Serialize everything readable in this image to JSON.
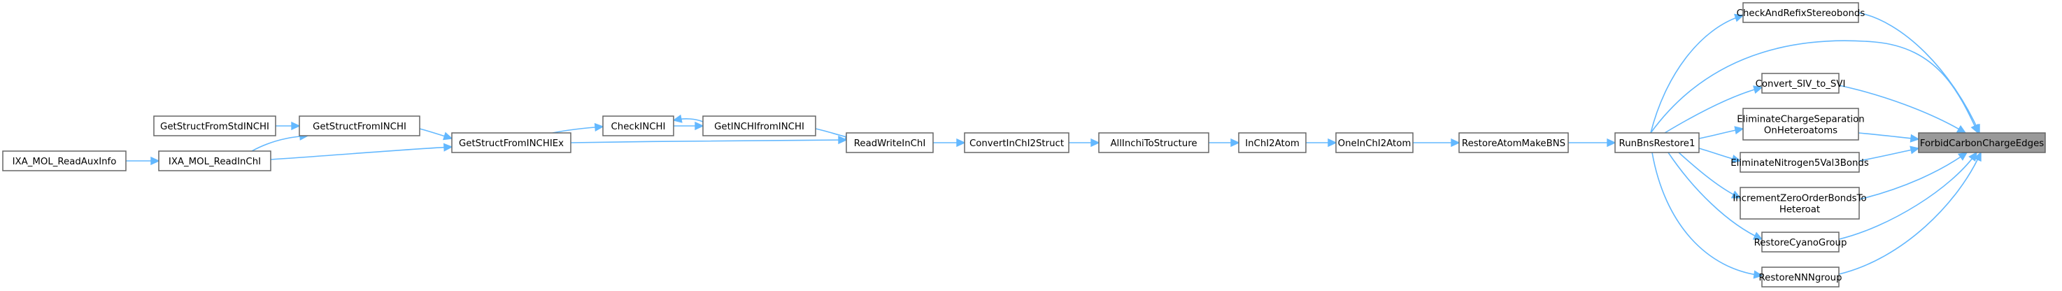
{
  "graph": {
    "focus_node": "ForbidCarbonChargeEdges",
    "nodes": [
      {
        "id": "ForbidCarbonChargeEdges",
        "lines": [
          "ForbidCarbonChargeEdges"
        ]
      },
      {
        "id": "CheckAndRefixStereobonds",
        "lines": [
          "CheckAndRefixStereobonds"
        ]
      },
      {
        "id": "RunBnsRestore1",
        "lines": [
          "RunBnsRestore1"
        ]
      },
      {
        "id": "Convert_SIV_to_SVI",
        "lines": [
          "Convert_SIV_to_SVI"
        ]
      },
      {
        "id": "EliminateChargeSeparationOnHeteroatoms",
        "lines": [
          "EliminateChargeSeparation",
          "OnHeteroatoms"
        ]
      },
      {
        "id": "EliminateNitrogen5Val3Bonds",
        "lines": [
          "EliminateNitrogen5Val3Bonds"
        ]
      },
      {
        "id": "IncrementZeroOrderBondsToHeteroat",
        "lines": [
          "IncrementZeroOrderBondsTo",
          "Heteroat"
        ]
      },
      {
        "id": "RestoreCyanoGroup",
        "lines": [
          "RestoreCyanoGroup"
        ]
      },
      {
        "id": "RestoreNNNgroup",
        "lines": [
          "RestoreNNNgroup"
        ]
      },
      {
        "id": "RestoreAtomMakeBNS",
        "lines": [
          "RestoreAtomMakeBNS"
        ]
      },
      {
        "id": "OneInChI2Atom",
        "lines": [
          "OneInChI2Atom"
        ]
      },
      {
        "id": "InChI2Atom",
        "lines": [
          "InChI2Atom"
        ]
      },
      {
        "id": "AllInchiToStructure",
        "lines": [
          "AllInchiToStructure"
        ]
      },
      {
        "id": "ConvertInChI2Struct",
        "lines": [
          "ConvertInChI2Struct"
        ]
      },
      {
        "id": "ReadWriteInChI",
        "lines": [
          "ReadWriteInChI"
        ]
      },
      {
        "id": "GetINCHIfromINCHI",
        "lines": [
          "GetINCHIfromINCHI"
        ]
      },
      {
        "id": "CheckINCHI",
        "lines": [
          "CheckINCHI"
        ]
      },
      {
        "id": "GetStructFromINCHIEx",
        "lines": [
          "GetStructFromINCHIEx"
        ]
      },
      {
        "id": "GetStructFromINCHI",
        "lines": [
          "GetStructFromINCHI"
        ]
      },
      {
        "id": "GetStructFromStdINCHI",
        "lines": [
          "GetStructFromStdINCHI"
        ]
      },
      {
        "id": "IXA_MOL_ReadInChI",
        "lines": [
          "IXA_MOL_ReadInChI"
        ]
      },
      {
        "id": "IXA_MOL_ReadAuxInfo",
        "lines": [
          "IXA_MOL_ReadAuxInfo"
        ]
      }
    ],
    "edges": [
      {
        "from": "CheckAndRefixStereobonds",
        "to": "ForbidCarbonChargeEdges"
      },
      {
        "from": "RunBnsRestore1",
        "to": "ForbidCarbonChargeEdges"
      },
      {
        "from": "Convert_SIV_to_SVI",
        "to": "ForbidCarbonChargeEdges"
      },
      {
        "from": "EliminateChargeSeparationOnHeteroatoms",
        "to": "ForbidCarbonChargeEdges"
      },
      {
        "from": "EliminateNitrogen5Val3Bonds",
        "to": "ForbidCarbonChargeEdges"
      },
      {
        "from": "IncrementZeroOrderBondsToHeteroat",
        "to": "ForbidCarbonChargeEdges"
      },
      {
        "from": "RestoreCyanoGroup",
        "to": "ForbidCarbonChargeEdges"
      },
      {
        "from": "RestoreNNNgroup",
        "to": "ForbidCarbonChargeEdges"
      },
      {
        "from": "RunBnsRestore1",
        "to": "CheckAndRefixStereobonds"
      },
      {
        "from": "RunBnsRestore1",
        "to": "Convert_SIV_to_SVI"
      },
      {
        "from": "RunBnsRestore1",
        "to": "EliminateChargeSeparationOnHeteroatoms"
      },
      {
        "from": "RunBnsRestore1",
        "to": "EliminateNitrogen5Val3Bonds"
      },
      {
        "from": "RunBnsRestore1",
        "to": "IncrementZeroOrderBondsToHeteroat"
      },
      {
        "from": "RunBnsRestore1",
        "to": "RestoreCyanoGroup"
      },
      {
        "from": "RunBnsRestore1",
        "to": "RestoreNNNgroup"
      },
      {
        "from": "RestoreAtomMakeBNS",
        "to": "RunBnsRestore1"
      },
      {
        "from": "OneInChI2Atom",
        "to": "RestoreAtomMakeBNS"
      },
      {
        "from": "InChI2Atom",
        "to": "OneInChI2Atom"
      },
      {
        "from": "AllInchiToStructure",
        "to": "InChI2Atom"
      },
      {
        "from": "ConvertInChI2Struct",
        "to": "AllInchiToStructure"
      },
      {
        "from": "ReadWriteInChI",
        "to": "ConvertInChI2Struct"
      },
      {
        "from": "GetINCHIfromINCHI",
        "to": "ReadWriteInChI"
      },
      {
        "from": "CheckINCHI",
        "to": "GetINCHIfromINCHI"
      },
      {
        "from": "GetINCHIfromINCHI",
        "to": "CheckINCHI"
      },
      {
        "from": "GetStructFromINCHIEx",
        "to": "ReadWriteInChI"
      },
      {
        "from": "GetStructFromINCHIEx",
        "to": "CheckINCHI"
      },
      {
        "from": "GetStructFromINCHI",
        "to": "GetStructFromINCHIEx"
      },
      {
        "from": "IXA_MOL_ReadInChI",
        "to": "GetStructFromINCHIEx"
      },
      {
        "from": "GetStructFromStdINCHI",
        "to": "GetStructFromINCHI"
      },
      {
        "from": "IXA_MOL_ReadInChI",
        "to": "GetStructFromINCHI"
      },
      {
        "from": "IXA_MOL_ReadAuxInfo",
        "to": "IXA_MOL_ReadInChI"
      }
    ],
    "colors": {
      "edge": "#63b8ff",
      "node_border": "#666666",
      "node_fill": "#ffffff",
      "focus_fill": "#999999",
      "text": "#000000"
    }
  }
}
